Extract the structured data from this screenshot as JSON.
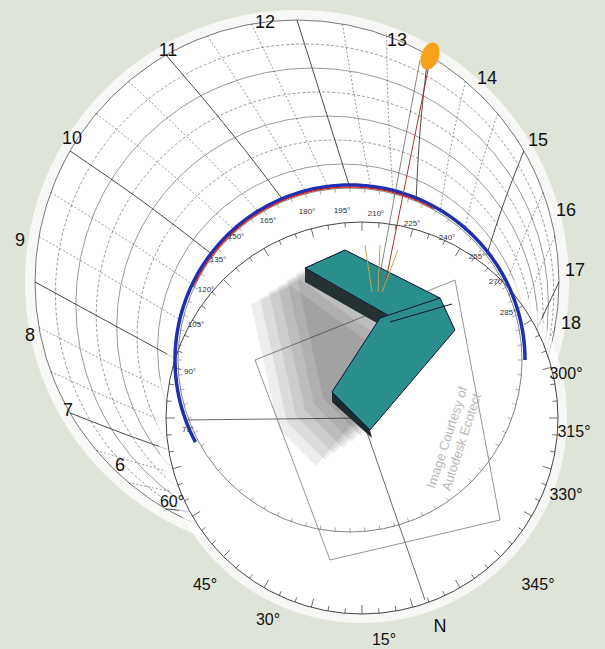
{
  "diagram": {
    "labels": [
      "6",
      "7",
      "8",
      "9",
      "10",
      "11",
      "12",
      "13",
      "14",
      "15",
      "16",
      "17",
      "18",
      "300°",
      "315°",
      "330°",
      "345°",
      "N",
      "15°",
      "30°",
      "45°",
      "60°",
      "75°",
      "90°",
      "105°",
      "120°",
      "135°",
      "150°",
      "165°",
      "180°",
      "195°",
      "210°",
      "225°",
      "240°",
      "255°",
      "270°",
      "285°",
      "Image Courtesy of Autodesk Ecotect"
    ]
  }
}
